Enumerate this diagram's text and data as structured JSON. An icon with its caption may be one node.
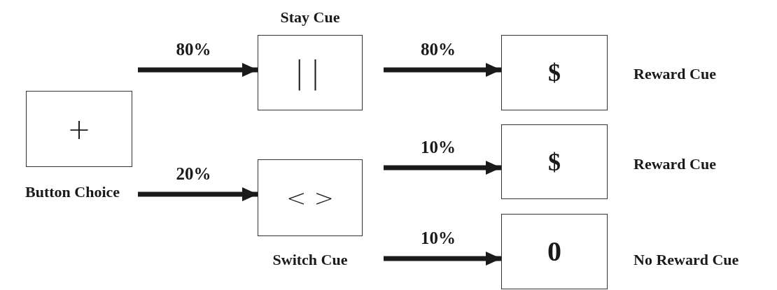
{
  "diagram": {
    "nodes": [
      {
        "text": [
          "+",
          "Button Choice"
        ]
      },
      {
        "text": [
          "Stay Cue",
          "||"
        ]
      },
      {
        "text": [
          "< >",
          "Switch Cue"
        ]
      },
      {
        "text": [
          "$"
        ],
        "beside": [
          "Reward Cue"
        ]
      },
      {
        "text": [
          "$"
        ],
        "beside": [
          "Reward Cue"
        ]
      },
      {
        "text": [
          "0"
        ],
        "beside": [
          "No Reward Cue"
        ]
      }
    ],
    "edges": [
      {
        "from": 0,
        "to": 1,
        "arrow": "to",
        "label": "80%"
      },
      {
        "from": 0,
        "to": 2,
        "arrow": "to",
        "label": "20%"
      },
      {
        "from": 1,
        "to": 3,
        "arrow": "to",
        "label": "80%"
      },
      {
        "from": 2,
        "to": 4,
        "arrow": "to",
        "label": "10%"
      },
      {
        "from": 2,
        "to": 5,
        "arrow": "to",
        "label": "10%"
      }
    ]
  }
}
